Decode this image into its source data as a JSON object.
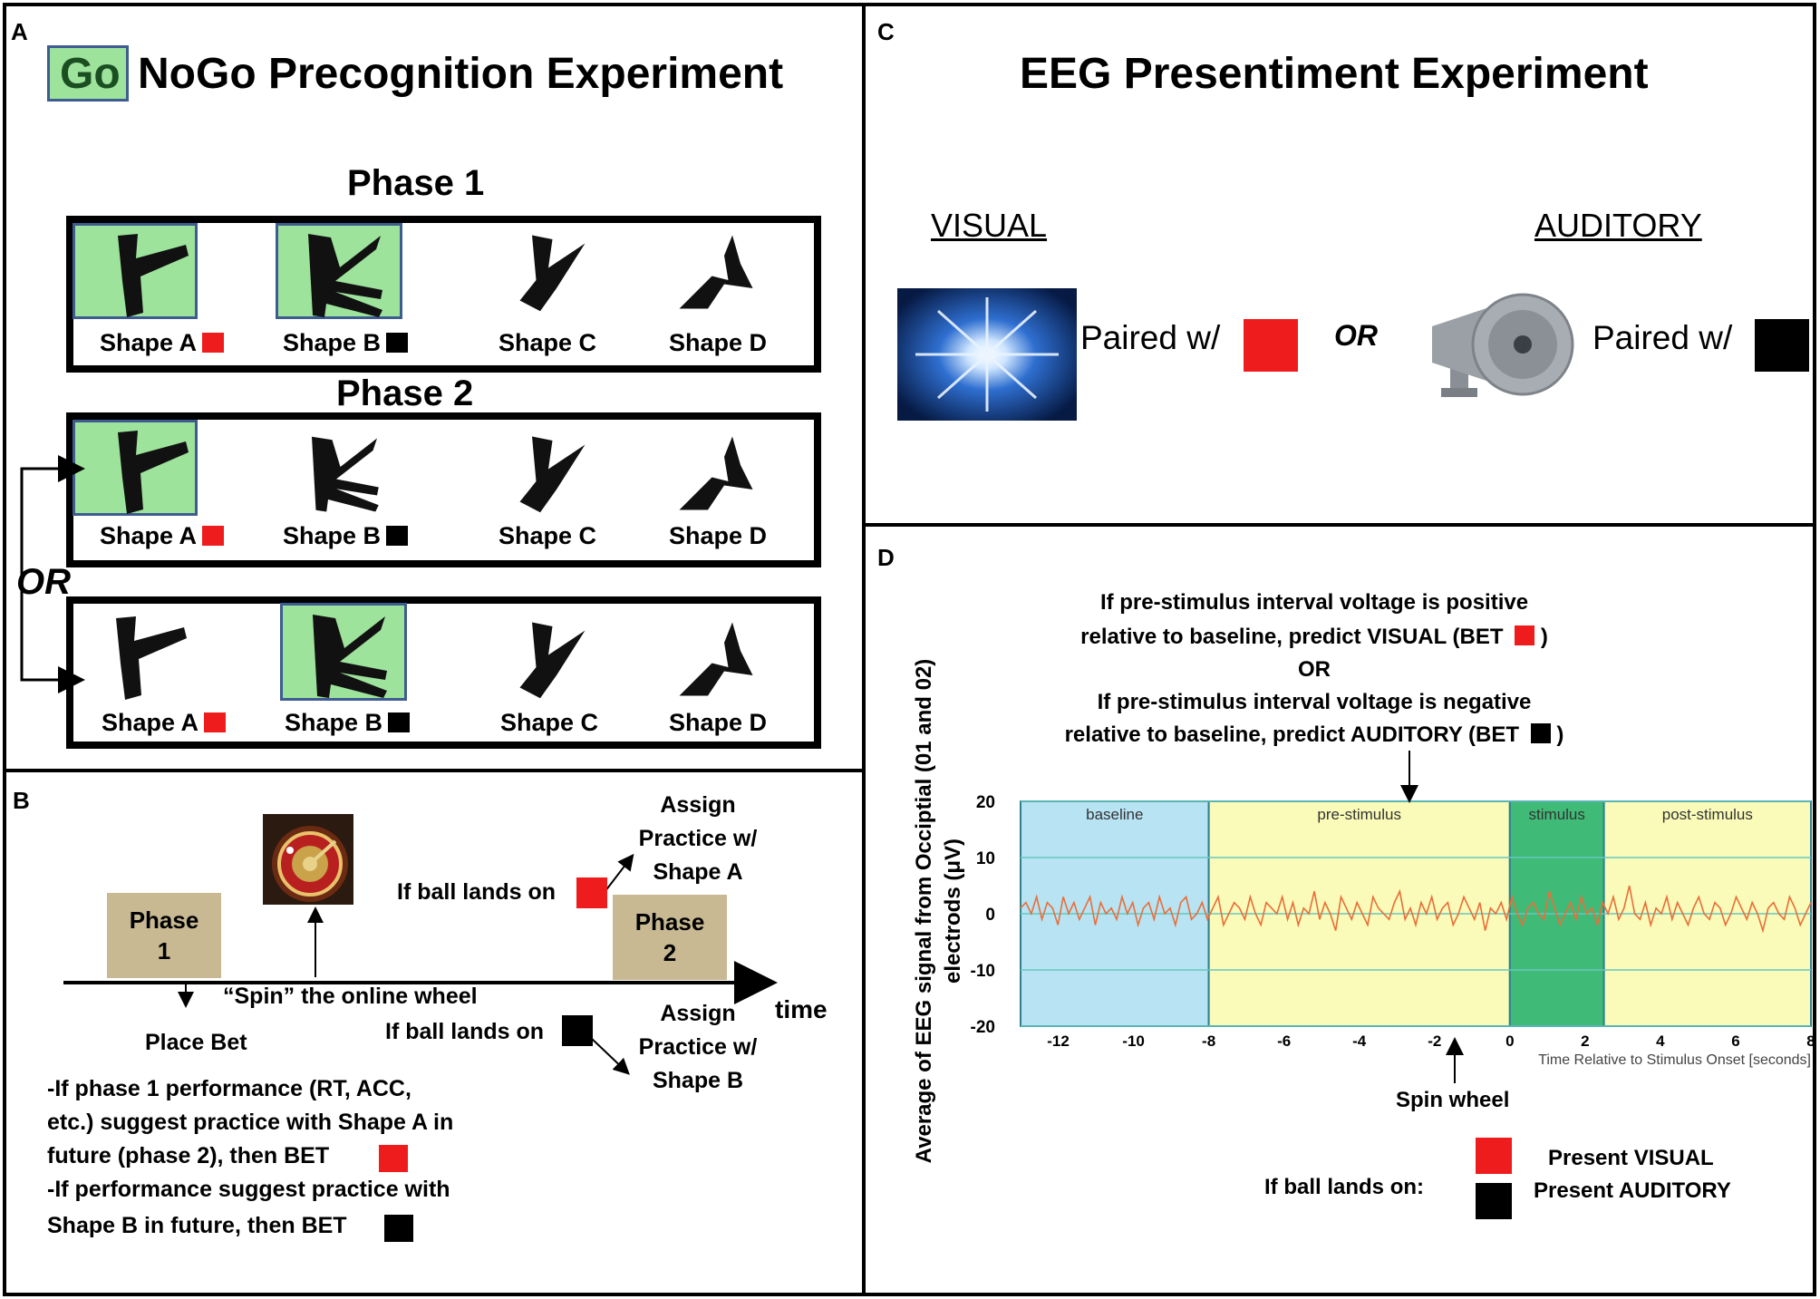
{
  "panel_labels": {
    "a": "A",
    "b": "B",
    "c": "C",
    "d": "D"
  },
  "colors": {
    "red": "#ee1c1c",
    "black": "#000000",
    "go_green": "#9de39b",
    "phase_block": "#c8b993",
    "baseline_region": "#b7e3f3",
    "prestim_region": "#fafbb8",
    "stimulus_region": "#3fbb77",
    "eeg_trace": "#e86e3a"
  },
  "panel_a": {
    "go_word": "Go",
    "title": "NoGo Precognition Experiment",
    "phase1_title": "Phase 1",
    "phase2_title": "Phase 2",
    "or_label": "OR",
    "shapes": [
      "Shape A",
      "Shape B",
      "Shape C",
      "Shape D"
    ],
    "shape_markers": {
      "Shape A": "red",
      "Shape B": "black"
    },
    "highlighted": {
      "phase1": [
        "Shape A",
        "Shape B"
      ],
      "phase2_option1": [
        "Shape A"
      ],
      "phase2_option2": [
        "Shape B"
      ]
    }
  },
  "panel_b": {
    "phase1_label": "Phase\n1",
    "phase2_label": "Phase\n2",
    "spin_label": "“Spin” the online wheel",
    "time_label": "time",
    "place_bet": "Place Bet",
    "if_ball_lands_on_red": "If ball lands on",
    "if_ball_lands_on_black": "If ball lands on",
    "assign_a": "Assign\nPractice w/\nShape A",
    "assign_b": "Assign\nPractice w/\nShape B",
    "rule1_line1": "-If phase 1 performance (RT, ACC,",
    "rule1_line2": "etc.) suggest practice with Shape A in",
    "rule1_line3": "future (phase 2), then BET",
    "rule2_line1": "-If performance suggest practice with",
    "rule2_line2": "Shape B in future, then BET"
  },
  "panel_c": {
    "title": "EEG Presentiment Experiment",
    "visual": "VISUAL",
    "auditory": "AUDITORY",
    "paired_visual": "Paired w/",
    "paired_auditory": "Paired w/",
    "or_label": "OR"
  },
  "panel_d": {
    "ann_line1": "If pre-stimulus interval voltage is positive",
    "ann_line2": "relative to baseline, predict VISUAL (BET",
    "ann_line2_end": ")",
    "ann_or": "OR",
    "ann_line3": "If pre-stimulus interval voltage is negative",
    "ann_line4": "relative to baseline, predict AUDITORY (BET",
    "ann_line4_end": ")",
    "spin_wheel": "Spin wheel",
    "if_ball_lands_on": "If ball lands on:",
    "present_visual": "Present VISUAL",
    "present_auditory": "Present AUDITORY"
  },
  "chart_data": {
    "type": "line",
    "ylabel": "Average of EEG signal from Occiptial (01 and 02) electrods (μV)",
    "xlabel": "Time Relative to Stimulus Onset [seconds]",
    "xlim": [
      -13,
      8
    ],
    "ylim": [
      -20,
      20
    ],
    "x_ticks": [
      -12,
      -10,
      -8,
      -6,
      -4,
      -2,
      0,
      2,
      4,
      6,
      8
    ],
    "y_ticks": [
      20,
      10,
      0,
      -10,
      -20
    ],
    "regions": [
      {
        "name": "baseline",
        "from": -13,
        "to": -8
      },
      {
        "name": "pre-stimulus",
        "from": -8,
        "to": 0
      },
      {
        "name": "stimulus",
        "from": 0,
        "to": 2.5
      },
      {
        "name": "post-stimulus",
        "from": 2.5,
        "to": 8
      }
    ],
    "grid": true,
    "series": [
      {
        "values": [
          1,
          2,
          0,
          3,
          -1,
          2,
          1,
          -2,
          3,
          0,
          2,
          -1,
          1,
          3,
          -2,
          2,
          0,
          1,
          -1,
          3,
          0,
          2,
          -2,
          1,
          2,
          -1,
          3,
          0,
          1,
          -2,
          2,
          3,
          -1,
          0,
          2,
          -1,
          1,
          3,
          -2,
          0,
          2,
          1,
          -1,
          3,
          0,
          -2,
          2,
          1,
          0,
          3,
          -1,
          2,
          -2,
          1,
          0,
          4,
          -1,
          2,
          0,
          -3,
          3,
          1,
          -1,
          2,
          0,
          -2,
          3,
          1,
          0,
          -1,
          2,
          4,
          -1,
          1,
          -2,
          2,
          0,
          3,
          -1,
          1,
          2,
          -2,
          0,
          3,
          1,
          -1,
          2,
          -3,
          1,
          0,
          2,
          -1,
          3,
          0,
          -2,
          1,
          2,
          0,
          -1,
          4,
          1,
          -2,
          0,
          2,
          -1,
          3,
          0,
          1,
          -2,
          2,
          0,
          3,
          -1,
          1,
          5,
          0,
          -1,
          2,
          -2,
          1,
          0,
          3,
          -1,
          2,
          0,
          -2,
          1,
          3,
          0,
          -1,
          2,
          1,
          -2,
          0,
          3,
          1,
          -1,
          2,
          0,
          -3,
          1,
          2,
          0,
          -1,
          3,
          1,
          -2,
          0,
          2
        ]
      }
    ]
  }
}
